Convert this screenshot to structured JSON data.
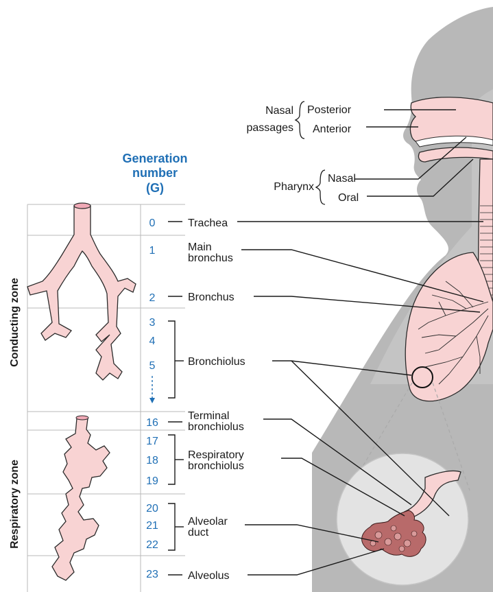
{
  "header": {
    "generation_title_line1": "Generation",
    "generation_title_line2": "number",
    "generation_title_line3": "(G)"
  },
  "zones": {
    "conducting": "Conducting zone",
    "respiratory": "Respiratory zone"
  },
  "generations": [
    "0",
    "1",
    "2",
    "3",
    "4",
    "5",
    "16",
    "17",
    "18",
    "19",
    "20",
    "21",
    "22",
    "23"
  ],
  "labels": {
    "trachea": "Trachea",
    "main_bronchus_1": "Main",
    "main_bronchus_2": "bronchus",
    "bronchus": "Bronchus",
    "bronchiolus": "Bronchiolus",
    "terminal_1": "Terminal",
    "terminal_2": "bronchiolus",
    "respiratory_1": "Respiratory",
    "respiratory_2": "bronchiolus",
    "alveolar_1": "Alveolar",
    "alveolar_2": "duct",
    "alveolus": "Alveolus"
  },
  "head_labels": {
    "nasal_passages_1": "Nasal",
    "nasal_passages_2": "passages",
    "posterior": "Posterior",
    "anterior": "Anterior",
    "pharynx": "Pharynx",
    "nasal": "Nasal",
    "oral": "Oral"
  },
  "colors": {
    "accent_blue": "#1f6fb5",
    "tissue_pink": "#f8d3d3",
    "alveoli_dark": "#b86a6a",
    "silhouette_gray": "#b3b3b3"
  }
}
